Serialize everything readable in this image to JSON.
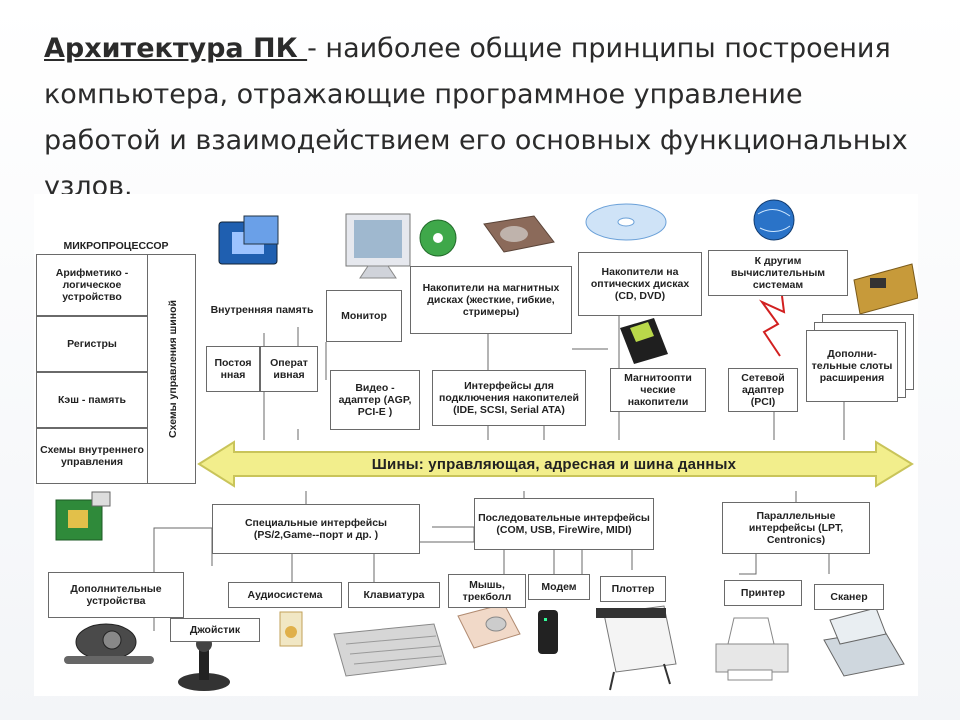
{
  "title": {
    "head": "Архитектура ПК ",
    "rest": "- наиболее общие принципы построения компьютера, отражающие программное управление работой и взаимодействием его основных функциональных узлов."
  },
  "cpu": {
    "label": "МИКРОПРОЦЕССОР",
    "alu": "Арифметико - логическое устройство",
    "registers": "Регистры",
    "cache": "Кэш - память",
    "control": "Схемы внутреннего управления",
    "bus_control": "Схемы управления шиной"
  },
  "memory": {
    "label": "Внутренняя память",
    "rom": "Постоя нная",
    "ram": "Операт ивная"
  },
  "monitor": "Монитор",
  "video": "Видео - адаптер (AGP, PCI-E )",
  "magnetic": "Накопители на магнитных дисках (жесткие, гибкие, стримеры)",
  "storage_iface": "Интерфейсы для подключения накопителей (IDE, SCSI, Serial ATA)",
  "optical": "Накопители на оптических дисках (CD, DVD)",
  "magneto_optical": "Магнитоопти ческие накопители",
  "other_systems": "К другим вычислительным системам",
  "network": "Сетевой адаптер (PCI)",
  "slots": "Дополни- тельные слоты расширения",
  "bus": "Шины: управляющая, адресная и шина данных",
  "special_iface": "Специальные интерфейсы (PS/2,Game--порт и др. )",
  "serial_iface": "Последовательные интерфейсы (COM, USB, FireWire, MIDI)",
  "parallel_iface": "Параллельные интерфейсы (LPT, Centronics)",
  "devices": {
    "additional": "Дополнительные устройства",
    "joystick": "Джойстик",
    "audio": "Аудиосистема",
    "keyboard": "Клавиатура",
    "mouse": "Мышь, трекболл",
    "modem": "Модем",
    "plotter": "Плоттер",
    "printer": "Принтер",
    "scanner": "Сканер"
  },
  "icons": [
    "chip-icon",
    "monitor-icon",
    "disc-icon",
    "hard-drive-icon",
    "optical-disc-icon",
    "globe-icon",
    "expansion-card-icon",
    "floppy-icon",
    "lightning-icon",
    "circuit-icon",
    "webcam-icon",
    "joystick-icon",
    "speaker-icon",
    "keyboard-icon",
    "mouse-icon",
    "modem-icon",
    "plotter-icon",
    "printer-icon",
    "scanner-icon"
  ],
  "colors": {
    "bus_fill": "#f2ee8c",
    "bus_stroke": "#c9c45a",
    "line": "#6a6a6a",
    "lightning": "#d22020"
  }
}
